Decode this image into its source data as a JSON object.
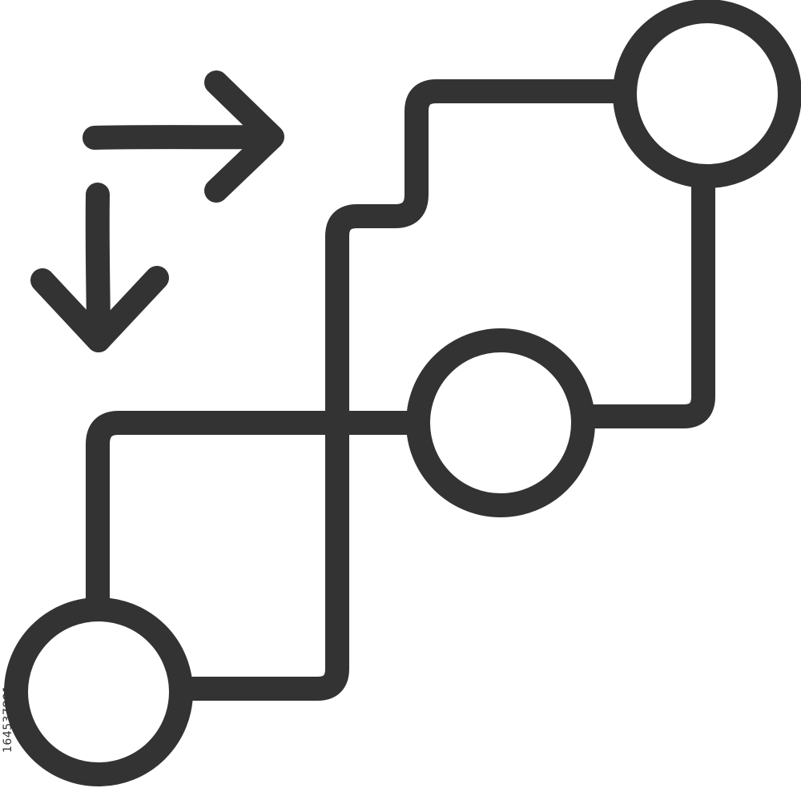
{
  "icon": {
    "name": "workflow-process-path",
    "stroke_color": "#333333",
    "background_color": "#ffffff",
    "node_count": 3
  },
  "watermark": {
    "stock_id": "164537881"
  }
}
